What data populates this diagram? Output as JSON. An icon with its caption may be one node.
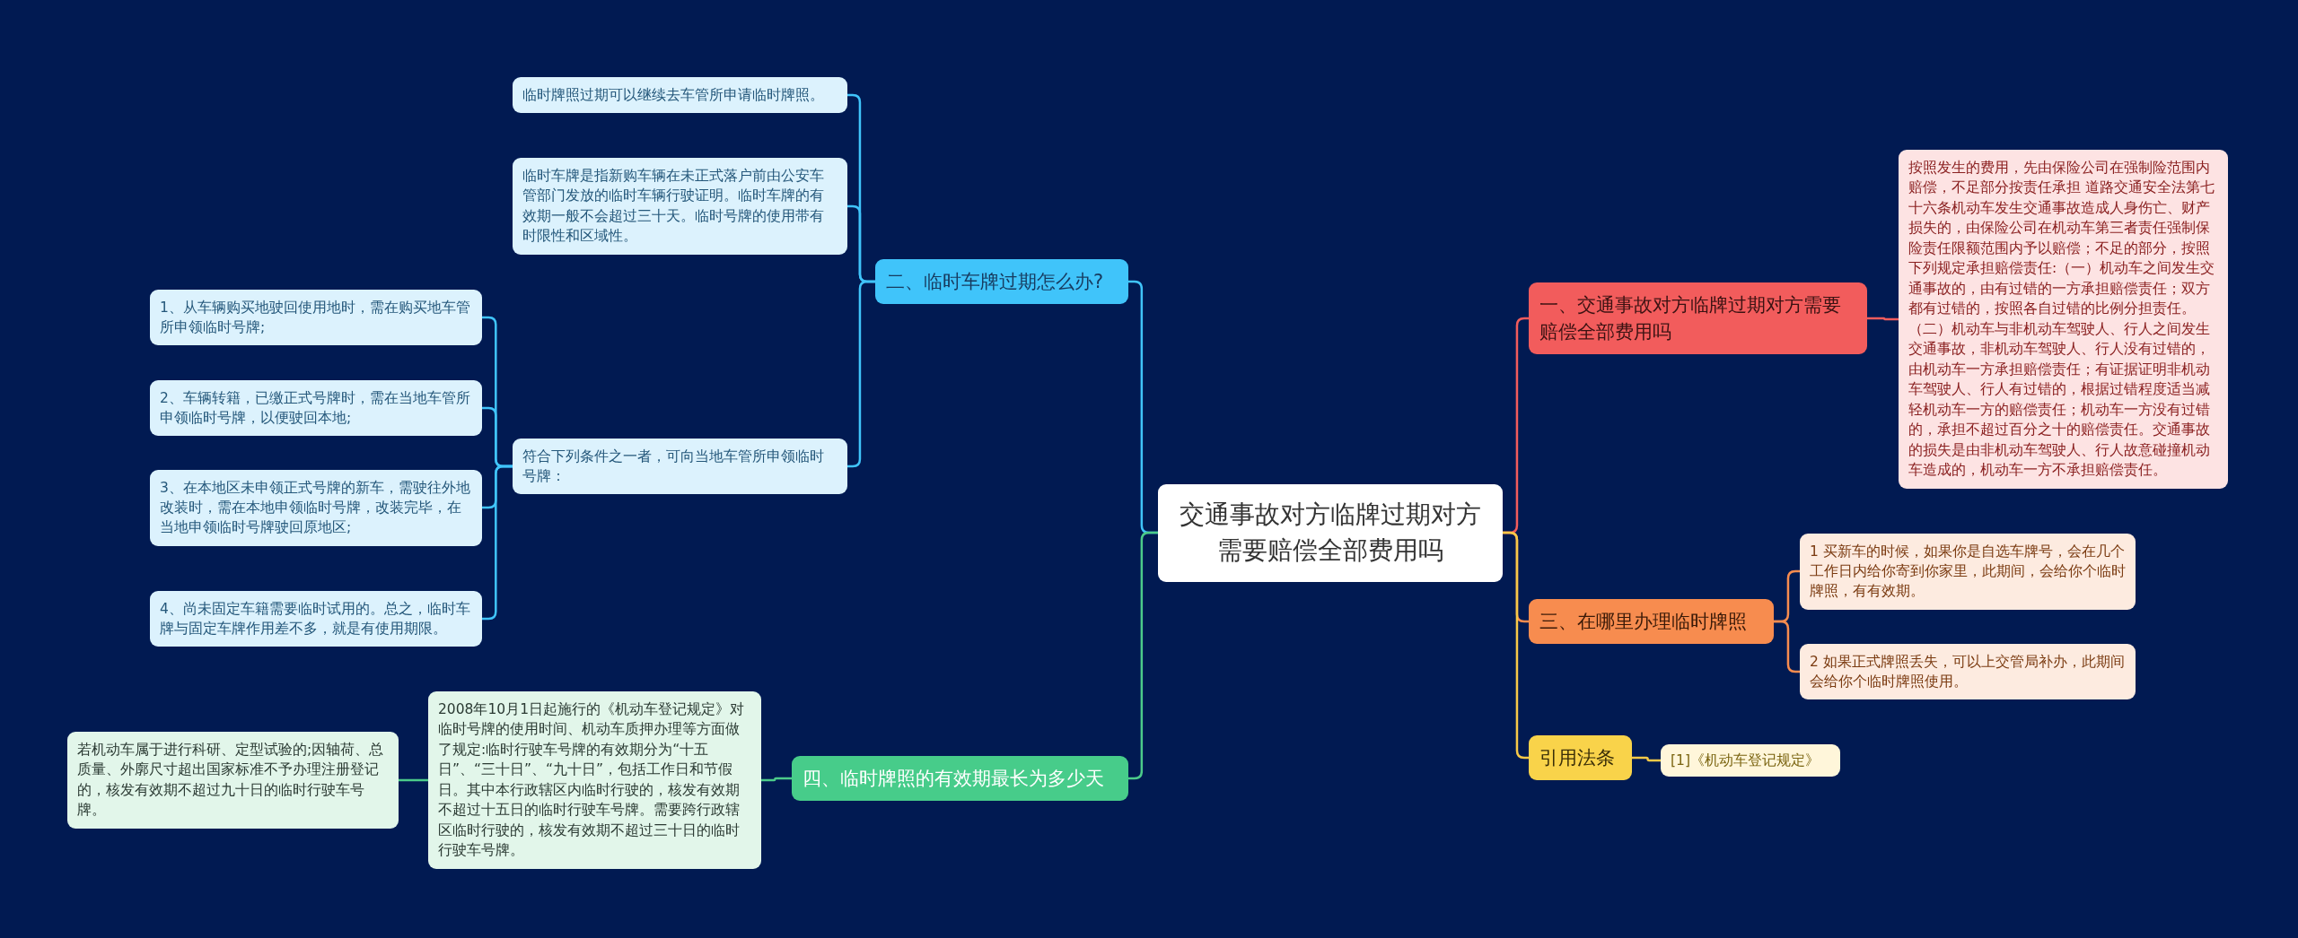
{
  "diagram": {
    "nodes": [
      {
        "text": [
          "交通事故对方临牌过期对方需要赔偿全部费用吗"
        ]
      },
      {
        "text": [
          "二、临时车牌过期怎么办?"
        ]
      },
      {
        "text": [
          "临时牌照过期可以继续去车管所申请临时牌照。"
        ]
      },
      {
        "text": [
          "临时车牌是指新购车辆在未正式落户前由公安车管部门发放的临时车辆行驶证明。临时车牌的有效期一般不会超过三十天。临时号牌的使用带有时限性和区域性。"
        ]
      },
      {
        "text": [
          "符合下列条件之一者，可向当地车管所申领临时号牌："
        ]
      },
      {
        "text": [
          "1、从车辆购买地驶回使用地时，需在购买地车管所申领临时号牌;"
        ]
      },
      {
        "text": [
          "2、车辆转籍，已缴正式号牌时，需在当地车管所申领临时号牌，以便驶回本地;"
        ]
      },
      {
        "text": [
          "3、在本地区未申领正式号牌的新车，需驶往外地改装时，需在本地申领临时号牌，改装完毕，在当地申领临时号牌驶回原地区;"
        ]
      },
      {
        "text": [
          "4、尚未固定车籍需要临时试用的。总之，临时车牌与固定车牌作用差不多，就是有使用期限。"
        ]
      },
      {
        "text": [
          "四、临时牌照的有效期最长为多少天"
        ]
      },
      {
        "text": [
          "2008年10月1日起施行的《机动车登记规定》对临时号牌的使用时间、机动车质押办理等方面做了规定:临时行驶车号牌的有效期分为“十五日”、“三十日”、“九十日”，包括工作日和节假日。其中本行政辖区内临时行驶的，核发有效期不超过十五日的临时行驶车号牌。需要跨行政辖区临时行驶的，核发有效期不超过三十日的临时行驶车号牌。"
        ]
      },
      {
        "text": [
          "若机动车属于进行科研、定型试验的;因轴荷、总质量、外廓尺寸超出国家标准不予办理注册登记的，核发有效期不超过九十日的临时行驶车号牌。"
        ]
      },
      {
        "text": [
          "一、交通事故对方临牌过期对方需要赔偿全部费用吗"
        ]
      },
      {
        "text": [
          "按照发生的费用，先由保险公司在强制险范围内赔偿，不足部分按责任承担 道路交通安全法第七十六条机动车发生交通事故造成人身伤亡、财产损失的，由保险公司在机动车第三者责任强制保险责任限额范围内予以赔偿；不足的部分，按照下列规定承担赔偿责任:（一）机动车之间发生交通事故的，由有过错的一方承担赔偿责任；双方都有过错的，按照各自过错的比例分担责任。（二）机动车与非机动车驾驶人、行人之间发生交通事故，非机动车驾驶人、行人没有过错的，由机动车一方承担赔偿责任；有证据证明非机动车驾驶人、行人有过错的，根据过错程度适当减轻机动车一方的赔偿责任；机动车一方没有过错的，承担不超过百分之十的赔偿责任。交通事故的损失是由非机动车驾驶人、行人故意碰撞机动车造成的，机动车一方不承担赔偿责任。"
        ]
      },
      {
        "text": [
          "三、在哪里办理临时牌照"
        ]
      },
      {
        "text": [
          "1 买新车的时候，如果你是自选车牌号，会在几个工作日内给你寄到你家里，此期间，会给你个临时牌照，有有效期。"
        ]
      },
      {
        "text": [
          "2 如果正式牌照丢失，可以上交管局补办，此期间会给你个临时牌照使用。"
        ]
      },
      {
        "text": [
          "引用法条"
        ]
      },
      {
        "text": [
          "[1]《机动车登记规定》"
        ]
      }
    ],
    "edges": [
      {
        "from": 0,
        "to": 1,
        "arrow": "none"
      },
      {
        "from": 1,
        "to": 2,
        "arrow": "none"
      },
      {
        "from": 1,
        "to": 3,
        "arrow": "none"
      },
      {
        "from": 1,
        "to": 4,
        "arrow": "none"
      },
      {
        "from": 4,
        "to": 5,
        "arrow": "none"
      },
      {
        "from": 4,
        "to": 6,
        "arrow": "none"
      },
      {
        "from": 4,
        "to": 7,
        "arrow": "none"
      },
      {
        "from": 4,
        "to": 8,
        "arrow": "none"
      },
      {
        "from": 0,
        "to": 9,
        "arrow": "none",
        "color": "#4ccb8a"
      },
      {
        "from": 9,
        "to": 10,
        "arrow": "none",
        "color": "#4ccb8a"
      },
      {
        "from": 10,
        "to": 11,
        "arrow": "none",
        "color": "#4ccb8a"
      },
      {
        "from": 0,
        "to": 12,
        "arrow": "none",
        "color": "#f25c5c"
      },
      {
        "from": 12,
        "to": 13,
        "arrow": "none",
        "color": "#f25c5c"
      },
      {
        "from": 0,
        "to": 14,
        "arrow": "none",
        "color": "#f78c4f"
      },
      {
        "from": 14,
        "to": 15,
        "arrow": "none",
        "color": "#f78c4f"
      },
      {
        "from": 14,
        "to": 16,
        "arrow": "none",
        "color": "#f78c4f"
      },
      {
        "from": 0,
        "to": 17,
        "arrow": "none",
        "color": "#f7c948"
      },
      {
        "from": 17,
        "to": 18,
        "arrow": "none",
        "color": "#f7c948"
      }
    ]
  }
}
